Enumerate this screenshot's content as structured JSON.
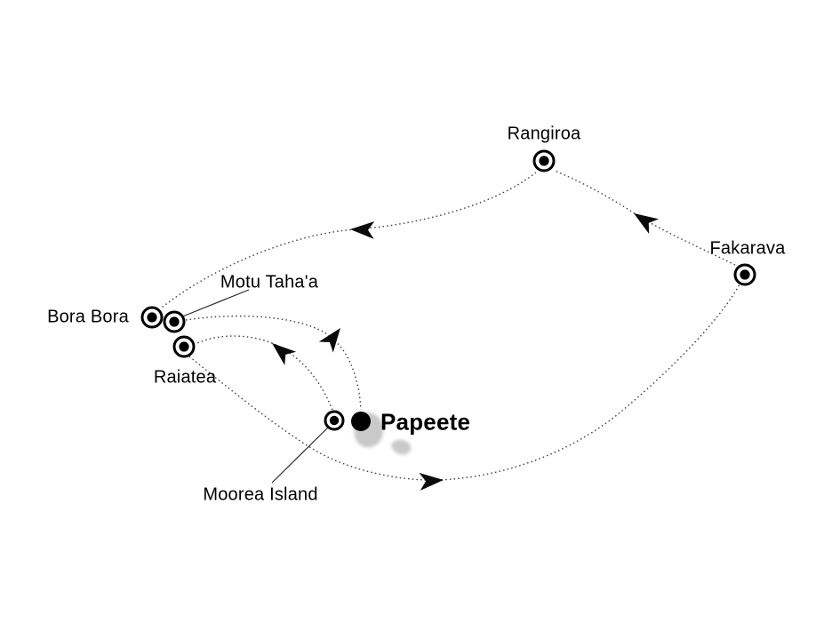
{
  "colors": {
    "background": "#ffffff",
    "route_dotted": "#3c3c3c",
    "marker": "#000000",
    "island": "#c9c9c9"
  },
  "ports": [
    {
      "id": "rangiroa",
      "label": "Rangiroa",
      "marker": "circled-dot"
    },
    {
      "id": "fakarava",
      "label": "Fakarava",
      "marker": "circled-dot"
    },
    {
      "id": "bora-bora",
      "label": "Bora Bora",
      "marker": "circled-dot"
    },
    {
      "id": "motu-tahaa",
      "label": "Motu Taha'a",
      "marker": "circled-dot",
      "leader_line": true
    },
    {
      "id": "raiatea",
      "label": "Raiatea",
      "marker": "circled-dot"
    },
    {
      "id": "papeete",
      "label": "Papeete",
      "marker": "solid-dot"
    },
    {
      "id": "moorea",
      "label": "Moorea Island",
      "marker": "circled-dot",
      "leader_line": true
    }
  ],
  "routes": [
    {
      "from": "Rangiroa",
      "to": "Bora Bora",
      "style": "dotted",
      "arrow": "west"
    },
    {
      "from": "Fakarava",
      "to": "Rangiroa",
      "style": "dotted",
      "arrow": "northwest"
    },
    {
      "from": "Raiatea",
      "to": "Fakarava",
      "style": "dotted",
      "arrow": "east"
    },
    {
      "from": "Motu Taha'a",
      "to": "Papeete",
      "style": "dotted",
      "arrow": "northeast"
    },
    {
      "from": "Moorea Island",
      "to": "Raiatea",
      "style": "dotted",
      "arrow": "northwest"
    }
  ]
}
